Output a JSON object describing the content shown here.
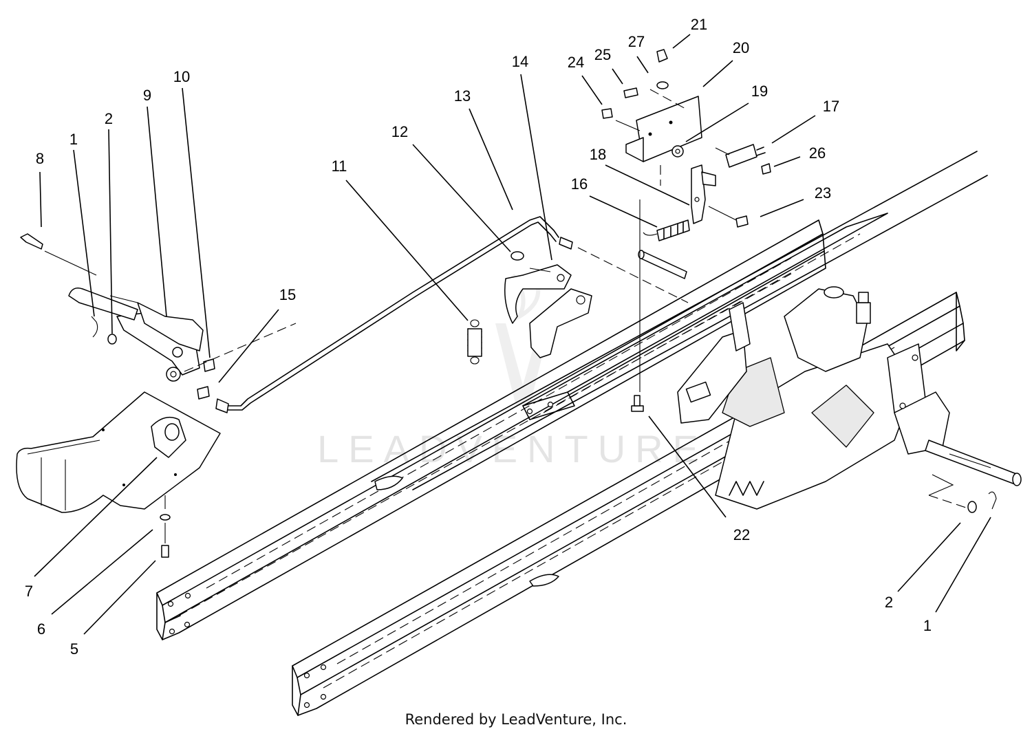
{
  "diagram": {
    "callouts": [
      {
        "id": "c8a",
        "text": "8"
      },
      {
        "id": "c1a",
        "text": "1"
      },
      {
        "id": "c2a",
        "text": "2"
      },
      {
        "id": "c9",
        "text": "9"
      },
      {
        "id": "c10",
        "text": "10"
      },
      {
        "id": "c15",
        "text": "15"
      },
      {
        "id": "c7",
        "text": "7"
      },
      {
        "id": "c6",
        "text": "6"
      },
      {
        "id": "c5",
        "text": "5"
      },
      {
        "id": "c11",
        "text": "11"
      },
      {
        "id": "c12",
        "text": "12"
      },
      {
        "id": "c13",
        "text": "13"
      },
      {
        "id": "c14",
        "text": "14"
      },
      {
        "id": "c16",
        "text": "16"
      },
      {
        "id": "c18",
        "text": "18"
      },
      {
        "id": "c24",
        "text": "24"
      },
      {
        "id": "c25",
        "text": "25"
      },
      {
        "id": "c27",
        "text": "27"
      },
      {
        "id": "c21",
        "text": "21"
      },
      {
        "id": "c20",
        "text": "20"
      },
      {
        "id": "c19",
        "text": "19"
      },
      {
        "id": "c17",
        "text": "17"
      },
      {
        "id": "c26",
        "text": "26"
      },
      {
        "id": "c23",
        "text": "23"
      },
      {
        "id": "c22",
        "text": "22"
      },
      {
        "id": "c2b",
        "text": "2"
      },
      {
        "id": "c1b",
        "text": "1"
      }
    ],
    "watermark": "LEADVENTURE",
    "credit": "Rendered by LeadVenture, Inc."
  }
}
